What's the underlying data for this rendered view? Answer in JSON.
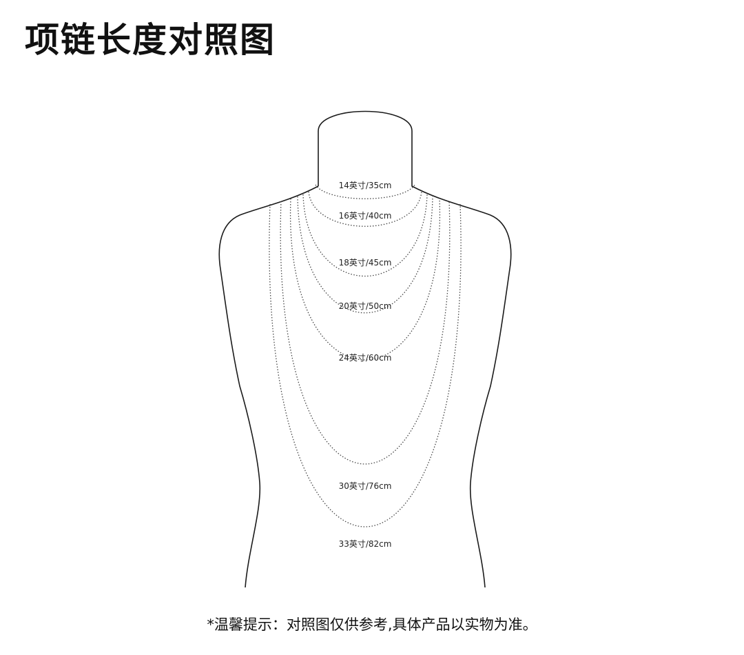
{
  "page": {
    "title": "项链长度对照图",
    "note": "*温馨提示：对照图仅供参考,具体产品以实物为准。"
  },
  "colors": {
    "background": "#ffffff",
    "outline": "#1a1a1a",
    "chain": "#444444",
    "text": "#111111"
  },
  "chains": [
    {
      "label": "14英寸/35cm"
    },
    {
      "label": "16英寸/40cm"
    },
    {
      "label": "18英寸/45cm"
    },
    {
      "label": "20英寸/50cm"
    },
    {
      "label": "24英寸/60cm"
    },
    {
      "label": "30英寸/76cm"
    },
    {
      "label": "33英寸/82cm"
    }
  ]
}
